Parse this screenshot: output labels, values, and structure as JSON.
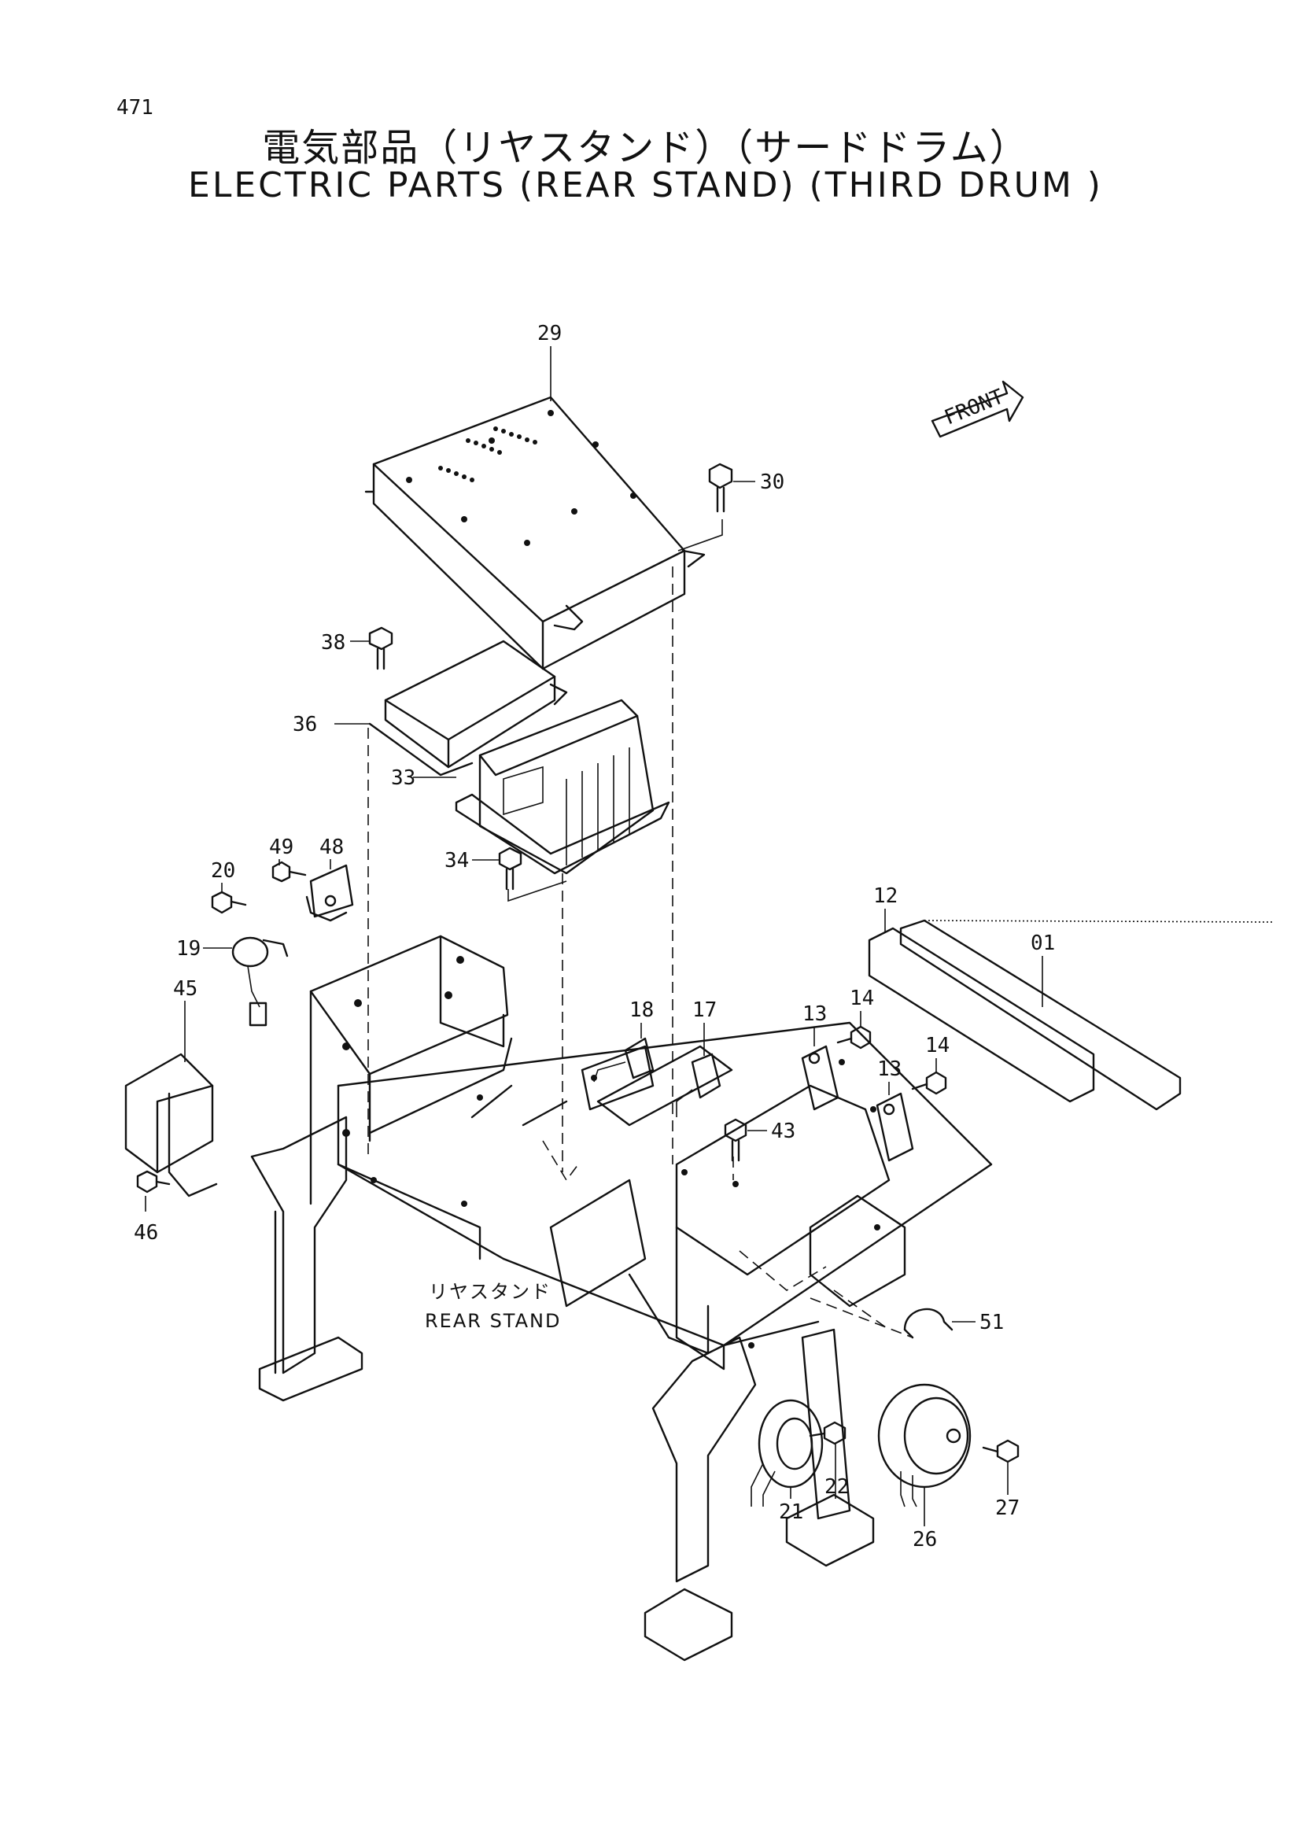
{
  "page_number": "471",
  "title_jp": "電気部品（リヤスタンド）（サードドラム）",
  "title_en": "ELECTRIC PARTS (REAR STAND) (THIRD DRUM )",
  "front_marker": "FRONT",
  "rear_stand_jp": "リヤスタンド",
  "rear_stand_en": "REAR STAND",
  "callouts": [
    {
      "id": "29",
      "label": "29"
    },
    {
      "id": "30",
      "label": "30"
    },
    {
      "id": "38",
      "label": "38"
    },
    {
      "id": "36",
      "label": "36"
    },
    {
      "id": "33",
      "label": "33"
    },
    {
      "id": "34",
      "label": "34"
    },
    {
      "id": "49",
      "label": "49"
    },
    {
      "id": "48",
      "label": "48"
    },
    {
      "id": "20",
      "label": "20"
    },
    {
      "id": "19",
      "label": "19"
    },
    {
      "id": "45",
      "label": "45"
    },
    {
      "id": "46",
      "label": "46"
    },
    {
      "id": "12",
      "label": "12"
    },
    {
      "id": "01",
      "label": "01"
    },
    {
      "id": "18",
      "label": "18"
    },
    {
      "id": "17",
      "label": "17"
    },
    {
      "id": "13a",
      "label": "13"
    },
    {
      "id": "14a",
      "label": "14"
    },
    {
      "id": "14b",
      "label": "14"
    },
    {
      "id": "13b",
      "label": "13"
    },
    {
      "id": "43",
      "label": "43"
    },
    {
      "id": "51",
      "label": "51"
    },
    {
      "id": "21",
      "label": "21"
    },
    {
      "id": "22",
      "label": "22"
    },
    {
      "id": "26",
      "label": "26"
    },
    {
      "id": "27",
      "label": "27"
    }
  ]
}
